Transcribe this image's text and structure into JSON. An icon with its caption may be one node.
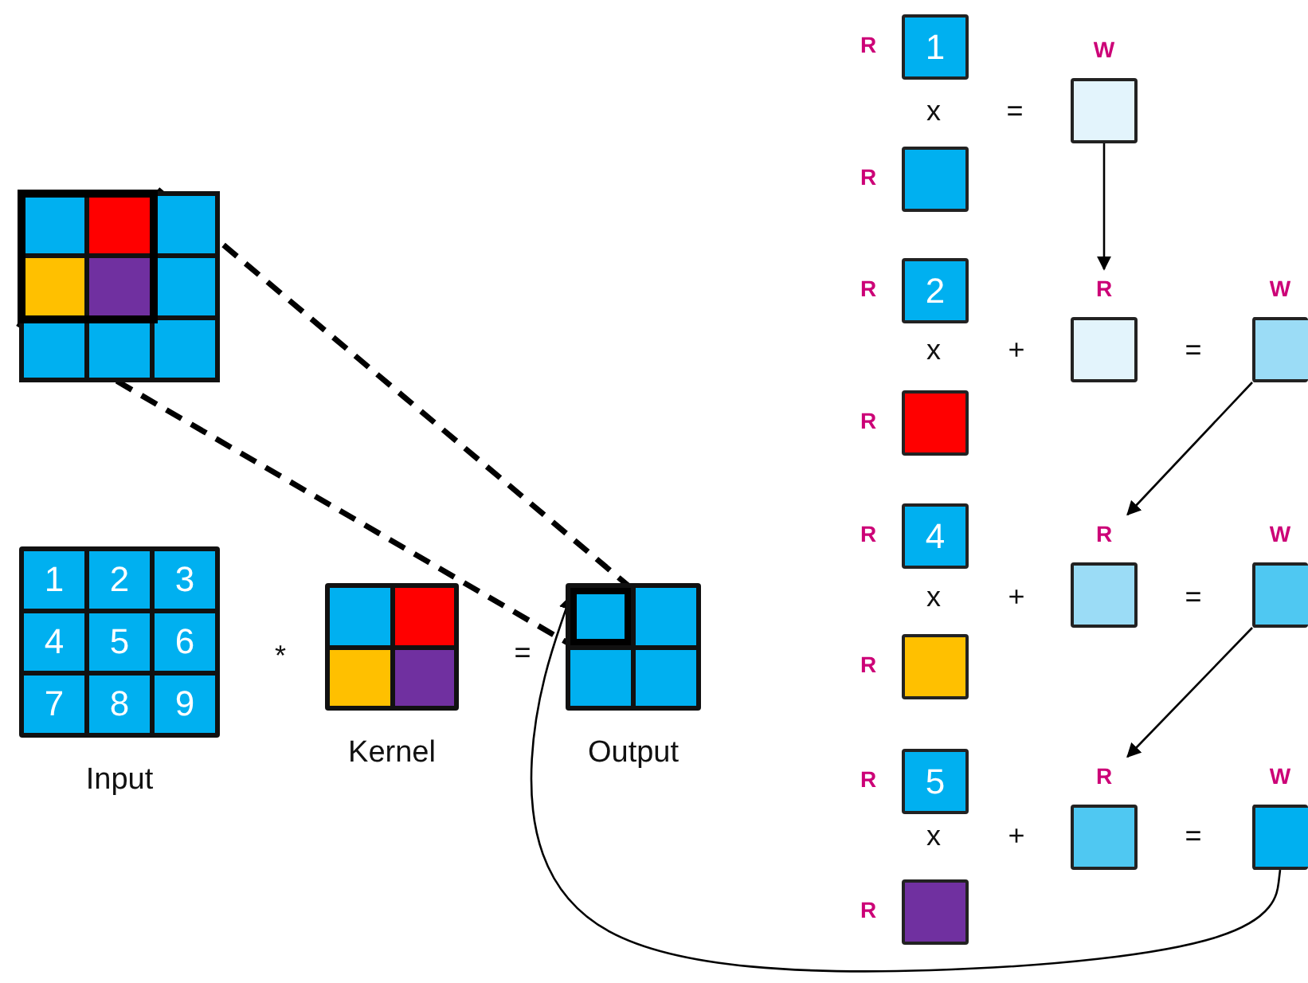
{
  "diagram": {
    "nodes": [
      {
        "text": [],
        "shape": "box"
      },
      {
        "text": [],
        "shape": "box",
        "in": 0
      },
      {
        "text": [
          "Input"
        ]
      },
      {
        "text": [
          "1"
        ],
        "in": 2
      },
      {
        "text": [
          "2"
        ],
        "in": 2
      },
      {
        "text": [
          "3"
        ],
        "in": 2
      },
      {
        "text": [
          "4"
        ],
        "in": 2
      },
      {
        "text": [
          "5"
        ],
        "in": 2
      },
      {
        "text": [
          "6"
        ],
        "in": 2
      },
      {
        "text": [
          "7"
        ],
        "in": 2
      },
      {
        "text": [
          "8"
        ],
        "in": 2
      },
      {
        "text": [
          "9"
        ],
        "in": 2
      },
      {
        "text": [
          "Kernel"
        ]
      },
      {
        "text": [],
        "shape": "box",
        "in": 12
      },
      {
        "text": [],
        "shape": "box",
        "in": 12
      },
      {
        "text": [],
        "shape": "box",
        "in": 12
      },
      {
        "text": [],
        "shape": "box",
        "in": 12
      },
      {
        "text": [
          "Output"
        ]
      },
      {
        "text": [],
        "shape": "box",
        "in": 17
      },
      {
        "text": [],
        "shape": "box",
        "in": 17
      },
      {
        "text": [],
        "shape": "box",
        "in": 17
      },
      {
        "text": [],
        "shape": "box",
        "in": 17
      },
      {
        "text": [
          "1"
        ],
        "beside": [
          "R"
        ]
      },
      {
        "text": [],
        "shape": "box",
        "beside": [
          "R"
        ]
      },
      {
        "text": [],
        "shape": "box",
        "beside": [
          "W"
        ]
      },
      {
        "text": [
          "2"
        ],
        "beside": [
          "R"
        ]
      },
      {
        "text": [],
        "shape": "box",
        "beside": [
          "R"
        ]
      },
      {
        "text": [],
        "shape": "box",
        "beside": [
          "R"
        ]
      },
      {
        "text": [],
        "shape": "box",
        "beside": [
          "W"
        ]
      },
      {
        "text": [
          "4"
        ],
        "beside": [
          "R"
        ]
      },
      {
        "text": [],
        "shape": "box",
        "beside": [
          "R"
        ]
      },
      {
        "text": [],
        "shape": "box",
        "beside": [
          "R"
        ]
      },
      {
        "text": [],
        "shape": "box",
        "beside": [
          "W"
        ]
      },
      {
        "text": [
          "5"
        ],
        "beside": [
          "R"
        ]
      },
      {
        "text": [],
        "shape": "box",
        "beside": [
          "R"
        ]
      },
      {
        "text": [],
        "shape": "box",
        "beside": [
          "R"
        ]
      },
      {
        "text": [],
        "shape": "box",
        "beside": [
          "W"
        ]
      }
    ],
    "edges": [
      {
        "from": 1,
        "to": 18,
        "arrow": "none",
        "style": "dashed"
      },
      {
        "from": 1,
        "to": 18,
        "arrow": "none",
        "style": "dashed"
      },
      {
        "from": 24,
        "to": 27,
        "arrow": "to"
      },
      {
        "from": 28,
        "to": 31,
        "arrow": "to"
      },
      {
        "from": 32,
        "to": 35,
        "arrow": "to"
      },
      {
        "from": 36,
        "to": 18,
        "arrow": "to"
      }
    ],
    "labels": [
      "x",
      "=",
      "x",
      "+",
      "=",
      "x",
      "+",
      "=",
      "*",
      "=",
      "x",
      "+",
      "="
    ]
  }
}
